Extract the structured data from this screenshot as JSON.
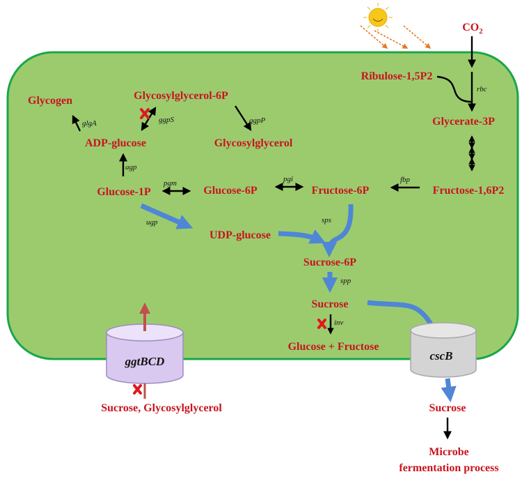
{
  "colors": {
    "cell_fill": "#9ccb6e",
    "cell_border": "#1aa64a",
    "metabolite": "#c8141e",
    "flux_arrow": "#4f86d6",
    "block_mark": "#e0181e",
    "ggt_cylinder": "#d9c8ef",
    "csc_cylinder": "#d4d4d4"
  },
  "inputs": {
    "co2": "CO",
    "co2_sub": "2",
    "sun_icon": "sun-icon"
  },
  "metabolites": {
    "ribulose": "Ribulose-1,5P2",
    "glycerate": "Glycerate-3P",
    "glycogen": "Glycogen",
    "gg6p": "Glycosylglycerol-6P",
    "adp_glucose": "ADP-glucose",
    "gg": "Glycosylglycerol",
    "glucose1p": "Glucose-1P",
    "glucose6p": "Glucose-6P",
    "fructose6p": "Fructose-6P",
    "fructose16p2": "Fructose-1,6P2",
    "udp_glucose": "UDP-glucose",
    "sucrose6p": "Sucrose-6P",
    "sucrose": "Sucrose",
    "glc_fru": "Glucose + Fructose"
  },
  "enzymes": {
    "rbc": "rbc",
    "glgA": "glgA",
    "ggpS": "ggpS",
    "ggpP": "ggpP",
    "agp": "agp",
    "pgm": "pgm",
    "pgi": "pgi",
    "fbp": "fbp",
    "ugp": "ugp",
    "sps": "sps",
    "spp": "spp",
    "inv": "inv"
  },
  "transporters": {
    "ggt": "ggtBCD",
    "csc": "cscB"
  },
  "outside": {
    "import_label": "Sucrose, Glycosylglycerol",
    "export_sucrose": "Sucrose",
    "microbe": "Microbe",
    "fermentation": "fermentation process"
  }
}
